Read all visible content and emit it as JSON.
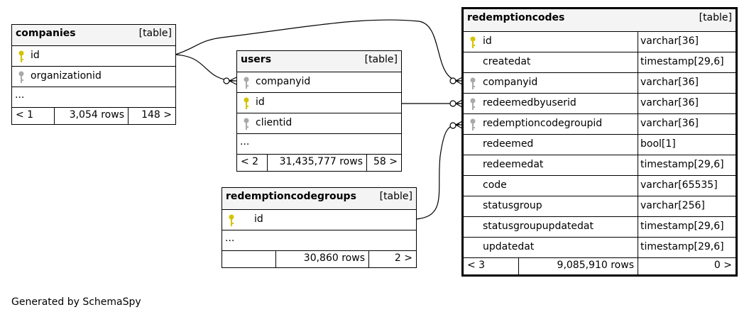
{
  "companies": {
    "name": "companies",
    "kind": "[table]",
    "columns": [
      {
        "name": "id",
        "key": "primary"
      },
      {
        "name": "organizationid",
        "key": "foreign"
      }
    ],
    "more": "...",
    "footer": {
      "left": "< 1",
      "rows": "3,054 rows",
      "right": "148 >"
    }
  },
  "users": {
    "name": "users",
    "kind": "[table]",
    "columns": [
      {
        "name": "companyid",
        "key": "foreign"
      },
      {
        "name": "id",
        "key": "primary"
      },
      {
        "name": "clientid",
        "key": "foreign"
      }
    ],
    "more": "...",
    "footer": {
      "left": "< 2",
      "rows": "31,435,777 rows",
      "right": "58 >"
    }
  },
  "redemptioncodegroups": {
    "name": "redemptioncodegroups",
    "kind": "[table]",
    "columns": [
      {
        "name": "id",
        "key": "primary"
      }
    ],
    "more": "...",
    "footer": {
      "left": "",
      "rows": "30,860 rows",
      "right": "2 >"
    }
  },
  "redemptioncodes": {
    "name": "redemptioncodes",
    "kind": "[table]",
    "columns": [
      {
        "name": "id",
        "type": "varchar[36]",
        "key": "primary"
      },
      {
        "name": "createdat",
        "type": "timestamp[29,6]",
        "key": "none"
      },
      {
        "name": "companyid",
        "type": "varchar[36]",
        "key": "foreign"
      },
      {
        "name": "redeemedbyuserid",
        "type": "varchar[36]",
        "key": "foreign"
      },
      {
        "name": "redemptioncodegroupid",
        "type": "varchar[36]",
        "key": "foreign"
      },
      {
        "name": "redeemed",
        "type": "bool[1]",
        "key": "none"
      },
      {
        "name": "redeemedat",
        "type": "timestamp[29,6]",
        "key": "none"
      },
      {
        "name": "code",
        "type": "varchar[65535]",
        "key": "none"
      },
      {
        "name": "statusgroup",
        "type": "varchar[256]",
        "key": "none"
      },
      {
        "name": "statusgroupupdatedat",
        "type": "timestamp[29,6]",
        "key": "none"
      },
      {
        "name": "updatedat",
        "type": "timestamp[29,6]",
        "key": "none"
      }
    ],
    "footer": {
      "left": "< 3",
      "rows": "9,085,910 rows",
      "right": "0 >"
    }
  },
  "colors": {
    "primary_key": "#d4c400",
    "foreign_key": "#a9a9a9",
    "header_bg": "#f4f4f4"
  },
  "generated_by": "Generated by SchemaSpy"
}
